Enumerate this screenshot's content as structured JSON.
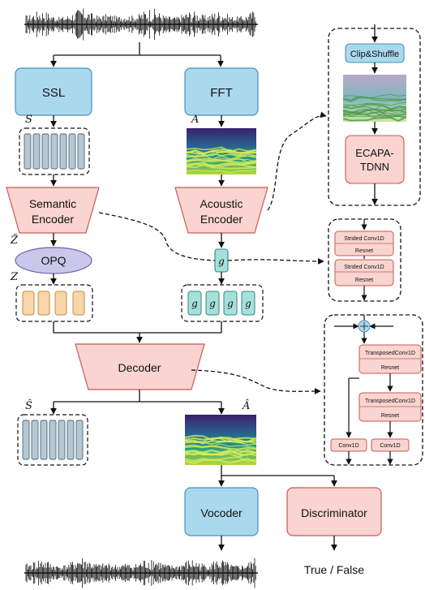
{
  "blocks": {
    "ssl": "SSL",
    "fft": "FFT",
    "semantic_encoder": [
      "Semantic",
      "Encoder"
    ],
    "acoustic_encoder": [
      "Acoustic",
      "Encoder"
    ],
    "opq": "OPQ",
    "decoder": "Decoder",
    "vocoder": "Vocoder",
    "discriminator": "Discriminator",
    "output": "True / False"
  },
  "symbols": {
    "s": "S",
    "a": "A",
    "z_tilde": "Z̃",
    "z": "Z",
    "g": "g",
    "s_hat": "Ŝ",
    "a_hat": "Â"
  },
  "ecapa_panel": {
    "clip_shuffle": "Clip&Shuffle",
    "ecapa": [
      "ECAPA-",
      "TDNN"
    ]
  },
  "conv_panel": {
    "strided": "Strided Conv1D",
    "resnet": "Resnet"
  },
  "decoder_panel": {
    "transposed": "TransposedConv1D",
    "resnet": "Resnet",
    "conv": "Conv1D"
  },
  "colors": {
    "blue_fill": "#aad9ee",
    "blue_stroke": "#4a8fc0",
    "red_fill": "#f9d4d0",
    "red_stroke": "#c85a52",
    "purple_fill": "#cac8ea",
    "purple_stroke": "#6a66a8",
    "orange_fill": "#f9d6a8",
    "orange_stroke": "#c38a45",
    "gray_fill": "#b4c7d3",
    "gray_stroke": "#4e6676",
    "teal_fill": "#a6e0da",
    "teal_stroke": "#2f8a82"
  }
}
